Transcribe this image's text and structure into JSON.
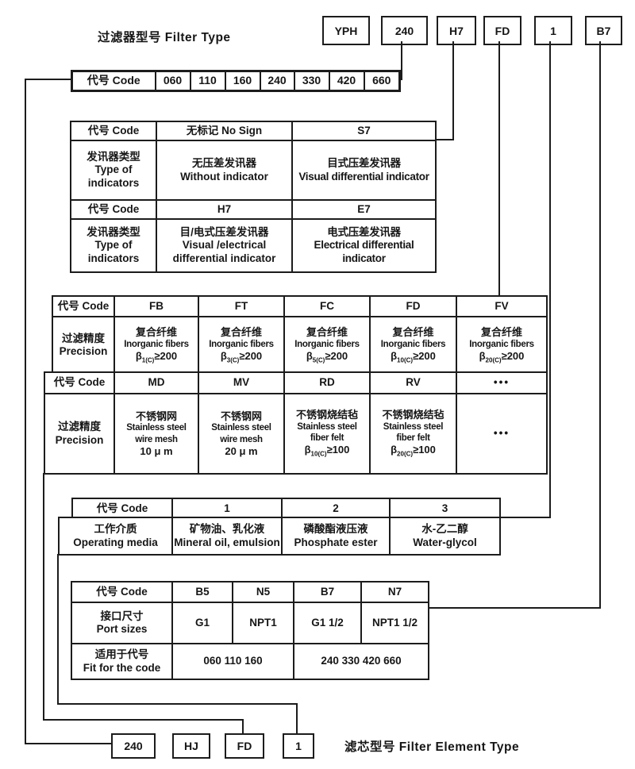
{
  "colors": {
    "line": "#1c1c1c",
    "background": "#ffffff",
    "text": "#161616"
  },
  "top": {
    "title": "过滤器型号  Filter Type",
    "code_boxes": [
      "YPH",
      "240",
      "H7",
      "FD",
      "1",
      "B7"
    ]
  },
  "size_table": {
    "label": "代号  Code",
    "codes": [
      "060",
      "110",
      "160",
      "240",
      "330",
      "420",
      "660"
    ]
  },
  "indicator_table": {
    "row1": {
      "label": "代号  Code",
      "c1": "无标记  No Sign",
      "c2": "S7"
    },
    "row2": {
      "label": "发讯器类型\nType of\nindicators",
      "c1": "无压差发讯器\nWithout indicator",
      "c2": "目式压差发讯器\nVisual differential indicator"
    },
    "row3": {
      "label": "代号  Code",
      "c1": "H7",
      "c2": "E7"
    },
    "row4": {
      "label": "发讯器类型\nType of\nindicators",
      "c1": "目/电式压差发讯器\nVisual /electrical\ndifferential indicator",
      "c2": "电式压差发讯器\nElectrical differential indicator"
    }
  },
  "precision_upper": {
    "label": "代号  Code",
    "codes": [
      "FB",
      "FT",
      "FC",
      "FD",
      "FV"
    ],
    "row_label": "过滤精度\nPrecision",
    "cells": [
      {
        "cn": "复合纤维",
        "en": "Inorganic fibers",
        "beta": "β",
        "sub": "1(C)",
        "cmp": "≥200"
      },
      {
        "cn": "复合纤维",
        "en": "Inorganic fibers",
        "beta": "β",
        "sub": "3(C)",
        "cmp": "≥200"
      },
      {
        "cn": "复合纤维",
        "en": "Inorganic fibers",
        "beta": "β",
        "sub": "5(C)",
        "cmp": "≥200"
      },
      {
        "cn": "复合纤维",
        "en": "Inorganic fibers",
        "beta": "β",
        "sub": "10(C)",
        "cmp": "≥200"
      },
      {
        "cn": "复合纤维",
        "en": "Inorganic fibers",
        "beta": "β",
        "sub": "20(C)",
        "cmp": "≥200"
      }
    ]
  },
  "precision_lower": {
    "label": "代号  Code",
    "codes": [
      "MD",
      "MV",
      "RD",
      "RV",
      "•••"
    ],
    "row_label": "过滤精度\nPrecision",
    "cells": [
      {
        "cn": "不锈钢网",
        "en": "Stainless steel\nwire mesh",
        "size": "10 μ m"
      },
      {
        "cn": "不锈钢网",
        "en": "Stainless steel\nwire mesh",
        "size": "20 μ m"
      },
      {
        "cn": "不锈钢烧结毡",
        "en": "Stainless steel\nfiber felt",
        "beta": "β",
        "sub": "10(C)",
        "cmp": "≥100"
      },
      {
        "cn": "不锈钢烧结毡",
        "en": "Stainless steel\nfiber felt",
        "beta": "β",
        "sub": "20(C)",
        "cmp": "≥100"
      },
      {
        "dots": "•••"
      }
    ]
  },
  "media_table": {
    "row1": {
      "label": "代号  Code",
      "codes": [
        "1",
        "2",
        "3"
      ]
    },
    "row2": {
      "label": "工作介质\nOperating media",
      "cells": [
        "矿物油、乳化液\nMineral oil, emulsion",
        "磷酸酯液压液\nPhosphate ester",
        "水-乙二醇\nWater-glycol"
      ]
    }
  },
  "port_table": {
    "row1": {
      "label": "代号  Code",
      "codes": [
        "B5",
        "N5",
        "B7",
        "N7"
      ]
    },
    "row2": {
      "label": "接口尺寸\nPort sizes",
      "cells": [
        "G1",
        "NPT1",
        "G1  1/2",
        "NPT1 1/2"
      ]
    },
    "row3": {
      "label": "适用于代号\nFit for the code",
      "cells": [
        "060  110  160",
        "240  330  420  660"
      ]
    }
  },
  "bottom": {
    "code_boxes": [
      "240",
      "HJ",
      "FD",
      "1"
    ],
    "label": "滤芯型号 Filter Element Type"
  }
}
